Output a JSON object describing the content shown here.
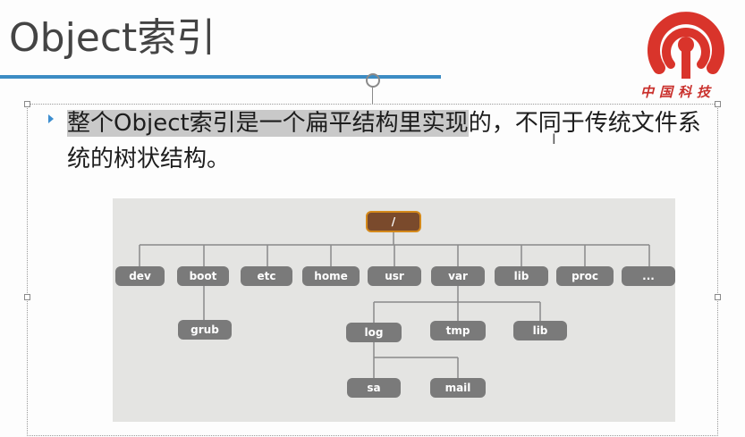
{
  "slide": {
    "title": "Object索引",
    "logo_text": "中国科技",
    "bullet": {
      "highlighted": "整个Object索引是一个扁平结构里实现",
      "rest": "的，不同于传统文件系统的树状结构。"
    }
  },
  "diagram": {
    "root": "/",
    "level1": [
      "dev",
      "boot",
      "etc",
      "home",
      "usr",
      "var",
      "lib",
      "proc",
      "..."
    ],
    "boot_children": [
      "grub"
    ],
    "var_children": [
      "log",
      "tmp",
      "lib"
    ],
    "log_children": [
      "sa",
      "mail"
    ]
  },
  "colors": {
    "accent_bar": "#3c8cc4",
    "bullet": "#3d8ed0",
    "node": "#7a7a7a",
    "root_node": "#7a4a2c",
    "root_border": "#d4891b",
    "logo": "#d9342b"
  }
}
